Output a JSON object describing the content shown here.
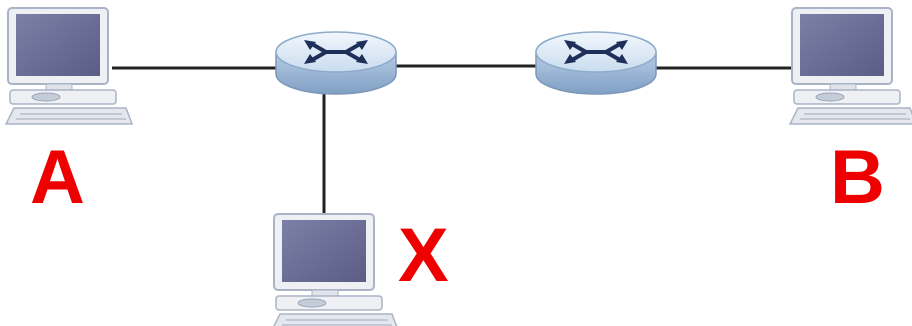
{
  "labels": {
    "a": "A",
    "x": "X",
    "b": "B"
  },
  "colors": {
    "label": "#ee0000",
    "link": "#222222",
    "monitor_screen": "#6d6f96",
    "device_body": "#eef0f4",
    "device_edge": "#aab3c5",
    "router_top": "#d6e4f2",
    "router_side": "#9ab7d6",
    "router_arrow": "#1e2f5a"
  },
  "icons": {
    "computer": "desktop-computer-icon",
    "router": "router-icon"
  }
}
